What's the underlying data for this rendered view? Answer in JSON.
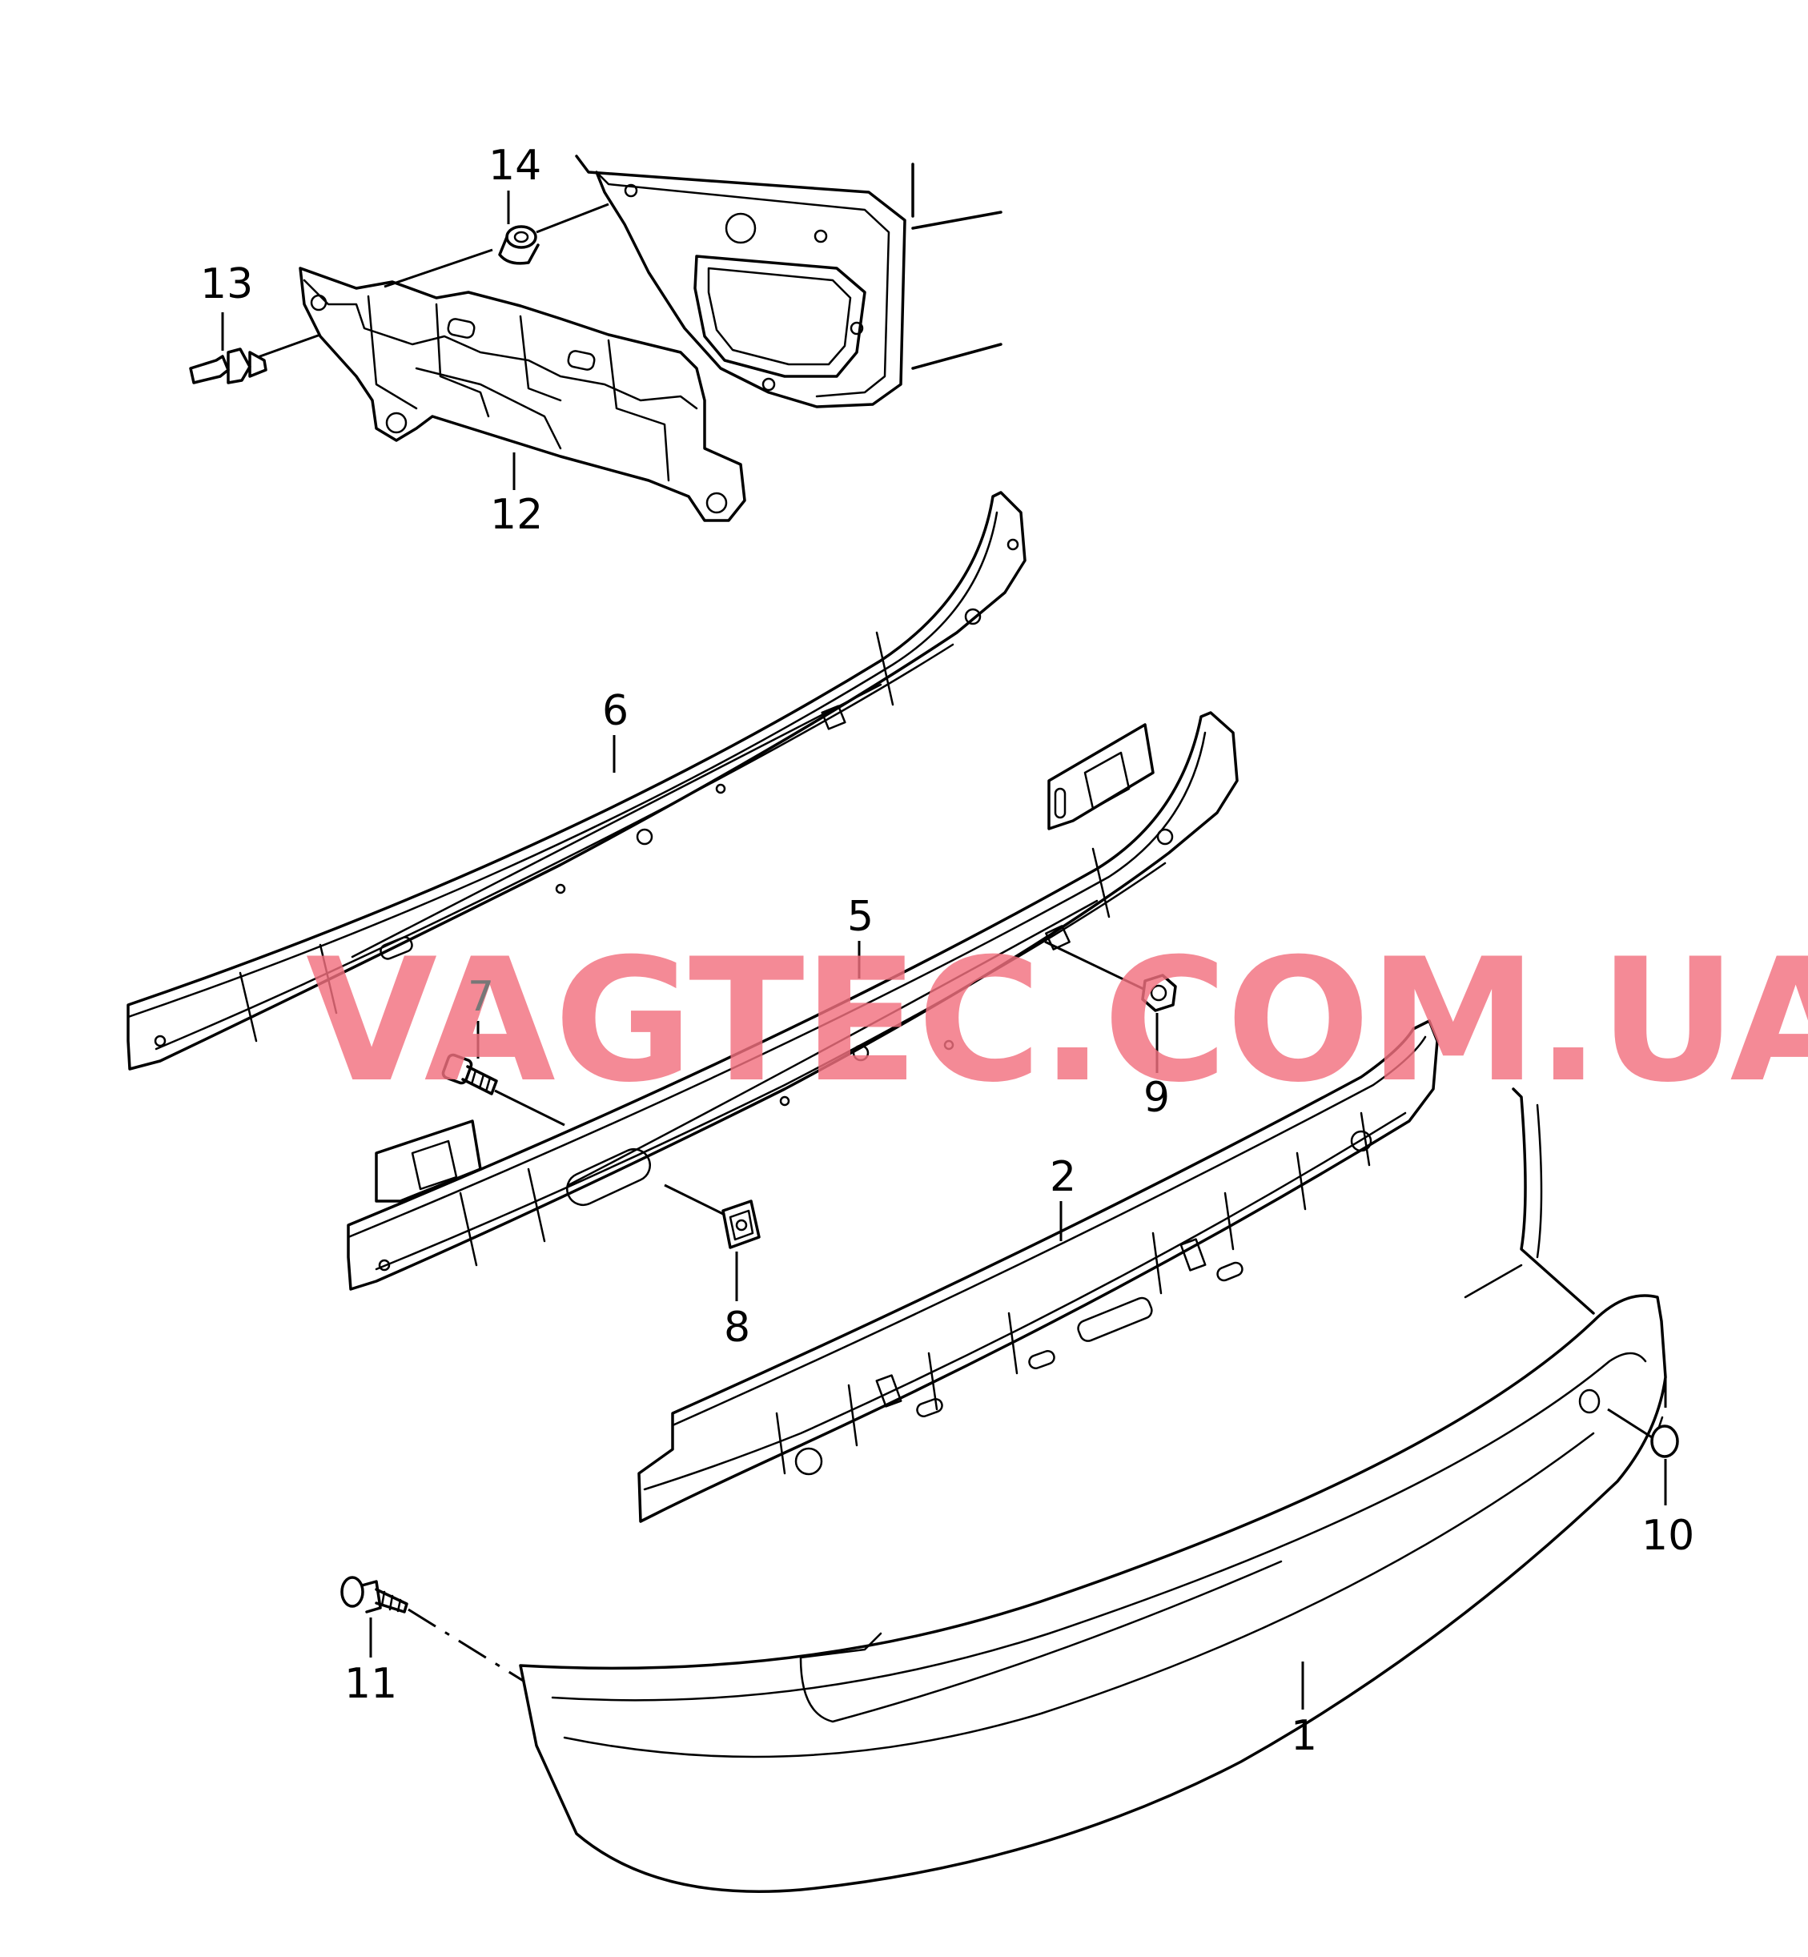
{
  "watermark": "VAGTEC.COM.UA",
  "callouts": {
    "c1": "1",
    "c2": "2",
    "c5": "5",
    "c6": "6",
    "c7": "7",
    "c8": "8",
    "c9": "9",
    "c10": "10",
    "c11": "11",
    "c12": "12",
    "c13": "13",
    "c14": "14"
  },
  "colors": {
    "line": "#000000",
    "background": "#ffffff",
    "watermark": "#f2717f"
  }
}
